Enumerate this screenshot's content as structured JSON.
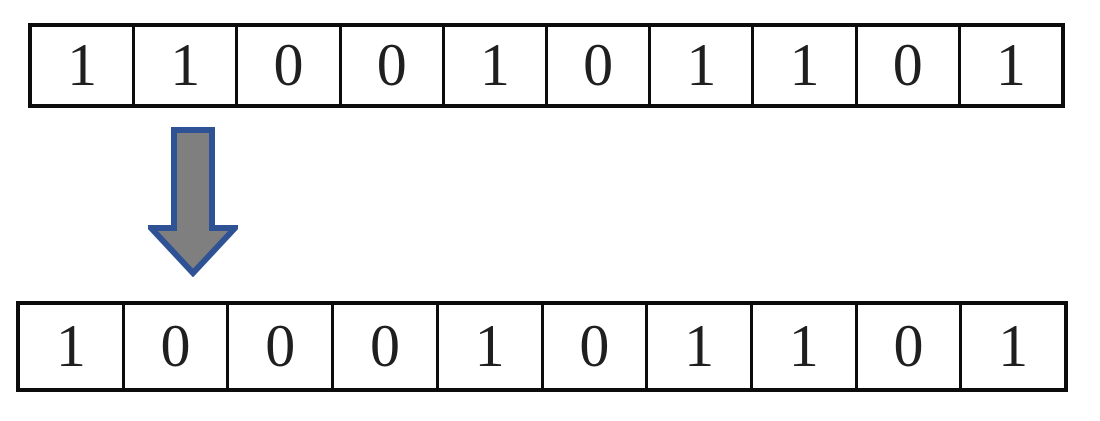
{
  "diagram": {
    "top_row": {
      "bits": [
        "1",
        "1",
        "0",
        "0",
        "1",
        "0",
        "1",
        "1",
        "0",
        "1"
      ]
    },
    "bottom_row": {
      "bits": [
        "1",
        "0",
        "0",
        "0",
        "1",
        "0",
        "1",
        "1",
        "0",
        "1"
      ]
    },
    "arrow": {
      "direction": "down"
    },
    "colors": {
      "box_border": "#0c0c0c",
      "digit": "#1f1f1f",
      "arrow_fill": "#7f7f7f",
      "arrow_border": "#2e5294",
      "background": "#ffffff"
    }
  }
}
